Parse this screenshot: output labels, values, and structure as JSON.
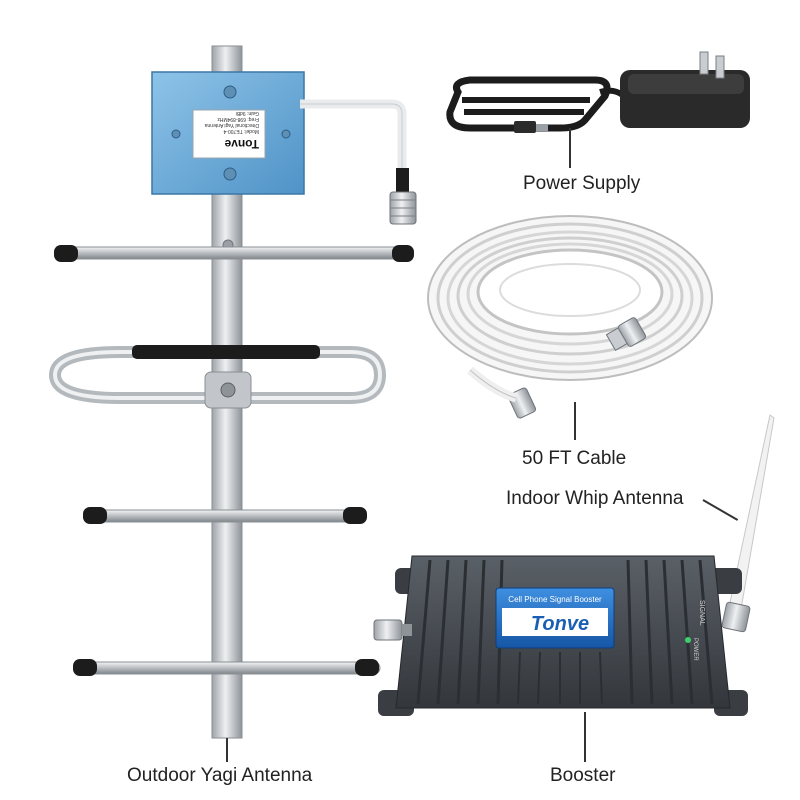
{
  "labels": {
    "power_supply": "Power Supply",
    "cable": "50 FT Cable",
    "whip_antenna": "Indoor Whip Antenna",
    "yagi_antenna": "Outdoor Yagi Antenna",
    "booster": "Booster"
  },
  "yagi_plate": {
    "brand": "Tonve",
    "model_text": "Model: TE700-4",
    "desc_text": "Directional Yagi Antenna",
    "freq_text": "Freq: 698-894MHz",
    "gain_text": "Gain: 9dBi"
  },
  "booster_panel": {
    "heading": "Cell Phone Signal Booster",
    "brand": "Tonve",
    "indicator_label": "POWER",
    "side_label": "SIGNAL"
  },
  "colors": {
    "plate_blue": "#6aaad6",
    "booster_body": "#4a4f55",
    "booster_panel": "#1f6fc0",
    "cable_white": "#f2f2f2",
    "aluminum": "#c9ccd0",
    "tip_black": "#1c1c1c"
  }
}
